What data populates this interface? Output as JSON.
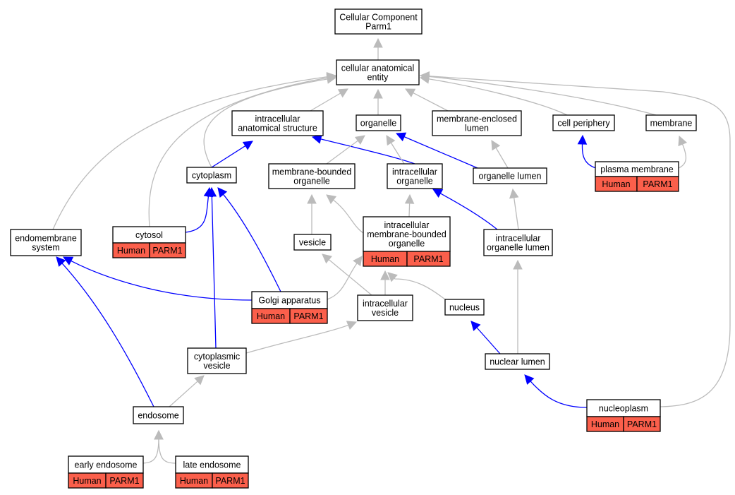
{
  "colors": {
    "is_a_edge": "#bbbbbb",
    "part_of_edge": "#0000ff",
    "annotation_fill": "#fb5f4b",
    "node_fill": "#ffffff"
  },
  "nodes": {
    "root": {
      "lines": [
        "Cellular Component",
        "Parm1"
      ]
    },
    "cae": {
      "lines": [
        "cellular anatomical",
        "entity"
      ]
    },
    "ias": {
      "lines": [
        "intracellular",
        "anatomical structure"
      ]
    },
    "organelle": {
      "lines": [
        "organelle"
      ]
    },
    "mel": {
      "lines": [
        "membrane-enclosed",
        "lumen"
      ]
    },
    "cellperiph": {
      "lines": [
        "cell periphery"
      ]
    },
    "membrane": {
      "lines": [
        "membrane"
      ]
    },
    "cytoplasm": {
      "lines": [
        "cytoplasm"
      ]
    },
    "mbo": {
      "lines": [
        "membrane-bounded",
        "organelle"
      ]
    },
    "io": {
      "lines": [
        "intracellular",
        "organelle"
      ]
    },
    "orglumen": {
      "lines": [
        "organelle lumen"
      ]
    },
    "plasmamem": {
      "lines": [
        "plasma membrane"
      ],
      "annotation": [
        "Human",
        "PARM1"
      ]
    },
    "endomem": {
      "lines": [
        "endomembrane",
        "system"
      ]
    },
    "cytosol": {
      "lines": [
        "cytosol"
      ],
      "annotation": [
        "Human",
        "PARM1"
      ]
    },
    "vesicle": {
      "lines": [
        "vesicle"
      ]
    },
    "imbo": {
      "lines": [
        "intracellular",
        "membrane-bounded",
        "organelle"
      ],
      "annotation": [
        "Human",
        "PARM1"
      ]
    },
    "iol": {
      "lines": [
        "intracellular",
        "organelle lumen"
      ]
    },
    "golgi": {
      "lines": [
        "Golgi apparatus"
      ],
      "annotation": [
        "Human",
        "PARM1"
      ]
    },
    "iv": {
      "lines": [
        "intracellular",
        "vesicle"
      ]
    },
    "nucleus": {
      "lines": [
        "nucleus"
      ]
    },
    "cytovesicle": {
      "lines": [
        "cytoplasmic",
        "vesicle"
      ]
    },
    "nuclumen": {
      "lines": [
        "nuclear lumen"
      ]
    },
    "endosome": {
      "lines": [
        "endosome"
      ]
    },
    "nucleoplasm": {
      "lines": [
        "nucleoplasm"
      ],
      "annotation": [
        "Human",
        "PARM1"
      ]
    },
    "earlyendo": {
      "lines": [
        "early endosome"
      ],
      "annotation": [
        "Human",
        "PARM1"
      ]
    },
    "lateendo": {
      "lines": [
        "late endosome"
      ],
      "annotation": [
        "Human",
        "PARM1"
      ]
    }
  },
  "edges": [
    {
      "from": "cae",
      "to": "root",
      "kind": "is_a"
    },
    {
      "from": "ias",
      "to": "cae",
      "kind": "is_a"
    },
    {
      "from": "organelle",
      "to": "cae",
      "kind": "is_a"
    },
    {
      "from": "mel",
      "to": "cae",
      "kind": "is_a"
    },
    {
      "from": "cellperiph",
      "to": "cae",
      "kind": "is_a"
    },
    {
      "from": "membrane",
      "to": "cae",
      "kind": "is_a"
    },
    {
      "from": "cytoplasm",
      "to": "cae",
      "kind": "is_a"
    },
    {
      "from": "cytosol",
      "to": "cae",
      "kind": "is_a"
    },
    {
      "from": "endomem",
      "to": "cae",
      "kind": "is_a"
    },
    {
      "from": "nucleoplasm",
      "to": "cae",
      "kind": "is_a"
    },
    {
      "from": "cytoplasm",
      "to": "ias",
      "kind": "part_of"
    },
    {
      "from": "io",
      "to": "ias",
      "kind": "part_of"
    },
    {
      "from": "mbo",
      "to": "organelle",
      "kind": "is_a"
    },
    {
      "from": "io",
      "to": "organelle",
      "kind": "is_a"
    },
    {
      "from": "orglumen",
      "to": "organelle",
      "kind": "part_of"
    },
    {
      "from": "orglumen",
      "to": "mel",
      "kind": "is_a"
    },
    {
      "from": "plasmamem",
      "to": "cellperiph",
      "kind": "part_of"
    },
    {
      "from": "plasmamem",
      "to": "membrane",
      "kind": "is_a"
    },
    {
      "from": "cytosol",
      "to": "cytoplasm",
      "kind": "part_of"
    },
    {
      "from": "golgi",
      "to": "cytoplasm",
      "kind": "part_of"
    },
    {
      "from": "cytovesicle",
      "to": "cytoplasm",
      "kind": "part_of"
    },
    {
      "from": "vesicle",
      "to": "mbo",
      "kind": "is_a"
    },
    {
      "from": "imbo",
      "to": "mbo",
      "kind": "is_a"
    },
    {
      "from": "imbo",
      "to": "io",
      "kind": "is_a"
    },
    {
      "from": "iol",
      "to": "io",
      "kind": "part_of"
    },
    {
      "from": "iol",
      "to": "orglumen",
      "kind": "is_a"
    },
    {
      "from": "golgi",
      "to": "endomem",
      "kind": "part_of"
    },
    {
      "from": "endosome",
      "to": "endomem",
      "kind": "part_of"
    },
    {
      "from": "golgi",
      "to": "imbo",
      "kind": "is_a"
    },
    {
      "from": "iv",
      "to": "vesicle",
      "kind": "is_a"
    },
    {
      "from": "iv",
      "to": "imbo",
      "kind": "is_a"
    },
    {
      "from": "nucleus",
      "to": "imbo",
      "kind": "is_a"
    },
    {
      "from": "nuclumen",
      "to": "iol",
      "kind": "is_a"
    },
    {
      "from": "cytovesicle",
      "to": "iv",
      "kind": "is_a"
    },
    {
      "from": "nuclumen",
      "to": "nucleus",
      "kind": "part_of"
    },
    {
      "from": "endosome",
      "to": "cytovesicle",
      "kind": "is_a"
    },
    {
      "from": "nucleoplasm",
      "to": "nuclumen",
      "kind": "part_of"
    },
    {
      "from": "earlyendo",
      "to": "endosome",
      "kind": "is_a"
    },
    {
      "from": "lateendo",
      "to": "endosome",
      "kind": "is_a"
    }
  ]
}
